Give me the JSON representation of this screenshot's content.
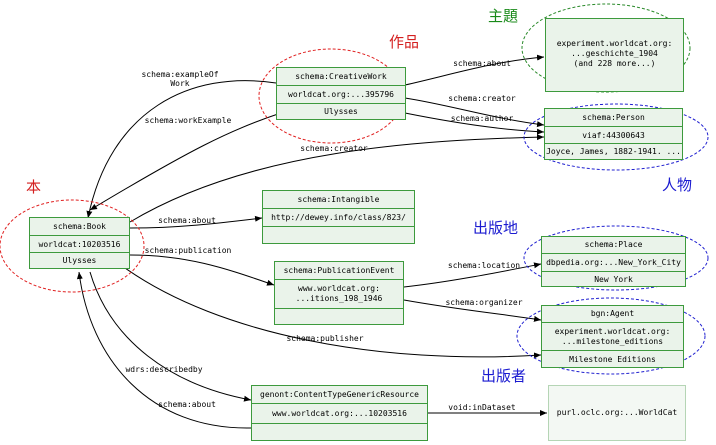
{
  "nodes": {
    "book": [
      "schema:Book",
      "worldcat:10203516",
      "Ulysses"
    ],
    "creative_work": [
      "schema:CreativeWork",
      "worldcat.org:...395796",
      "Ulysses"
    ],
    "subject": [
      "experiment.worldcat.org:\n...geschichte_1904\n(and 228 more...)"
    ],
    "person": [
      "schema:Person",
      "viaf:44300643",
      "Joyce, James, 1882-1941. ..."
    ],
    "intangible": [
      "schema:Intangible",
      "http://dewey.info/class/823/",
      ""
    ],
    "place": [
      "schema:Place",
      "dbpedia.org:...New_York_City",
      "New York"
    ],
    "publication_event": [
      "schema:PublicationEvent",
      "www.worldcat.org:\n...itions_198_1946",
      ""
    ],
    "agent": [
      "bgn:Agent",
      "experiment.worldcat.org:\n...milestone_editions",
      "Milestone Editions"
    ],
    "generic_resource": [
      "genont:ContentTypeGenericResource",
      "www.worldcat.org:...10203516",
      ""
    ],
    "dataset": [
      "purl.oclc.org:...WorldCat"
    ]
  },
  "edge_labels": {
    "example_of_work": "schema:exampleOf\nWork",
    "work_example": "schema:workExample",
    "about_subject": "schema:about",
    "creator_work": "schema:creator",
    "author": "schema:author",
    "creator_book": "schema:creator",
    "about_dewey": "schema:about",
    "publication": "schema:publication",
    "location": "schema:location",
    "organizer": "schema:organizer",
    "publisher": "schema:publisher",
    "described_by": "wdrs:describedby",
    "about_generic": "schema:about",
    "in_dataset": "void:inDataset"
  },
  "annotations": {
    "work": "作品",
    "subject": "主題",
    "book": "本",
    "person": "人物",
    "place": "出版地",
    "publisher": "出版者"
  },
  "colors": {
    "node_border": "#3d9a3d",
    "node_fill": "#eaf3ea",
    "edge": "#000000",
    "red_ellipse": "#e02020",
    "green_ellipse": "#2a8a2a",
    "blue_ellipse": "#2020d0",
    "jp_red": "#d42020",
    "jp_green": "#1a8a1a",
    "jp_blue": "#1a1ad0"
  }
}
